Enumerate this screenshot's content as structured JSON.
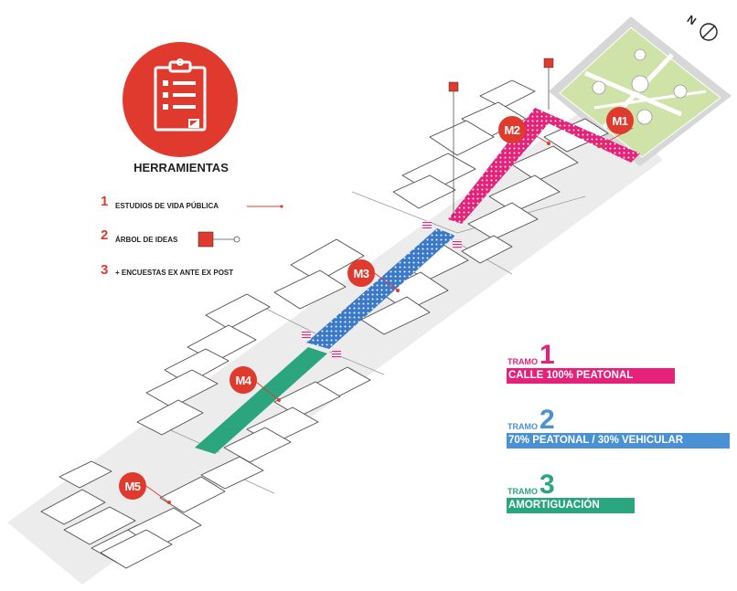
{
  "legend": {
    "title": "HERRAMIENTAS",
    "tools": [
      {
        "number": "1",
        "label": "ESTUDIOS DE VIDA PÚBLICA"
      },
      {
        "number": "2",
        "label": "ÁRBOL DE IDEAS"
      },
      {
        "number": "3",
        "label": "+ ENCUESTAS EX ANTE EX POST"
      }
    ]
  },
  "tramos": [
    {
      "word": "TRAMO",
      "number": "1",
      "description": "CALLE 100% PEATONAL",
      "color": "#e6217a"
    },
    {
      "word": "TRAMO",
      "number": "2",
      "description": "70% PEATONAL / 30% VEHICULAR",
      "color": "#4a90d4"
    },
    {
      "word": "TRAMO",
      "number": "3",
      "description": "AMORTIGUACIÓN",
      "color": "#2aa57e"
    }
  ],
  "markers": [
    "M1",
    "M2",
    "M3",
    "M4",
    "M5"
  ],
  "north": {
    "label": "N",
    "icon": "north-arrow-icon"
  },
  "colors": {
    "accent_red": "#e03a2f",
    "park_green": "#cfe3a8",
    "ground_gray": "#ececec"
  }
}
